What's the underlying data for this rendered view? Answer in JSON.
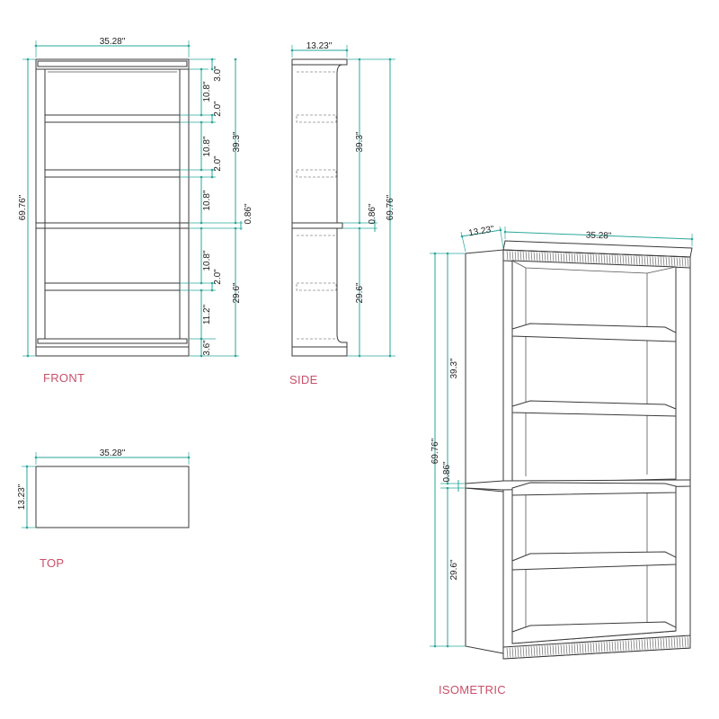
{
  "views": {
    "front": "FRONT",
    "side": "SIDE",
    "top": "TOP",
    "isometric": "ISOMETRIC"
  },
  "dimensions": {
    "width": "35.28\"",
    "depth": "13.23\"",
    "height": "69.76\"",
    "upper_section": "39.3\"",
    "lower_section": "29.6\"",
    "divider": "0.86\"",
    "crown": "3.0\"",
    "shelf_gap_upper": "10.8\"",
    "shelf_thickness": "2.0\"",
    "bottom_opening": "11.2\"",
    "base": "3.6\""
  },
  "colors": {
    "dimension_line": "#2aa79b",
    "view_title": "#c9506a",
    "outline": "#3a3a3a"
  }
}
